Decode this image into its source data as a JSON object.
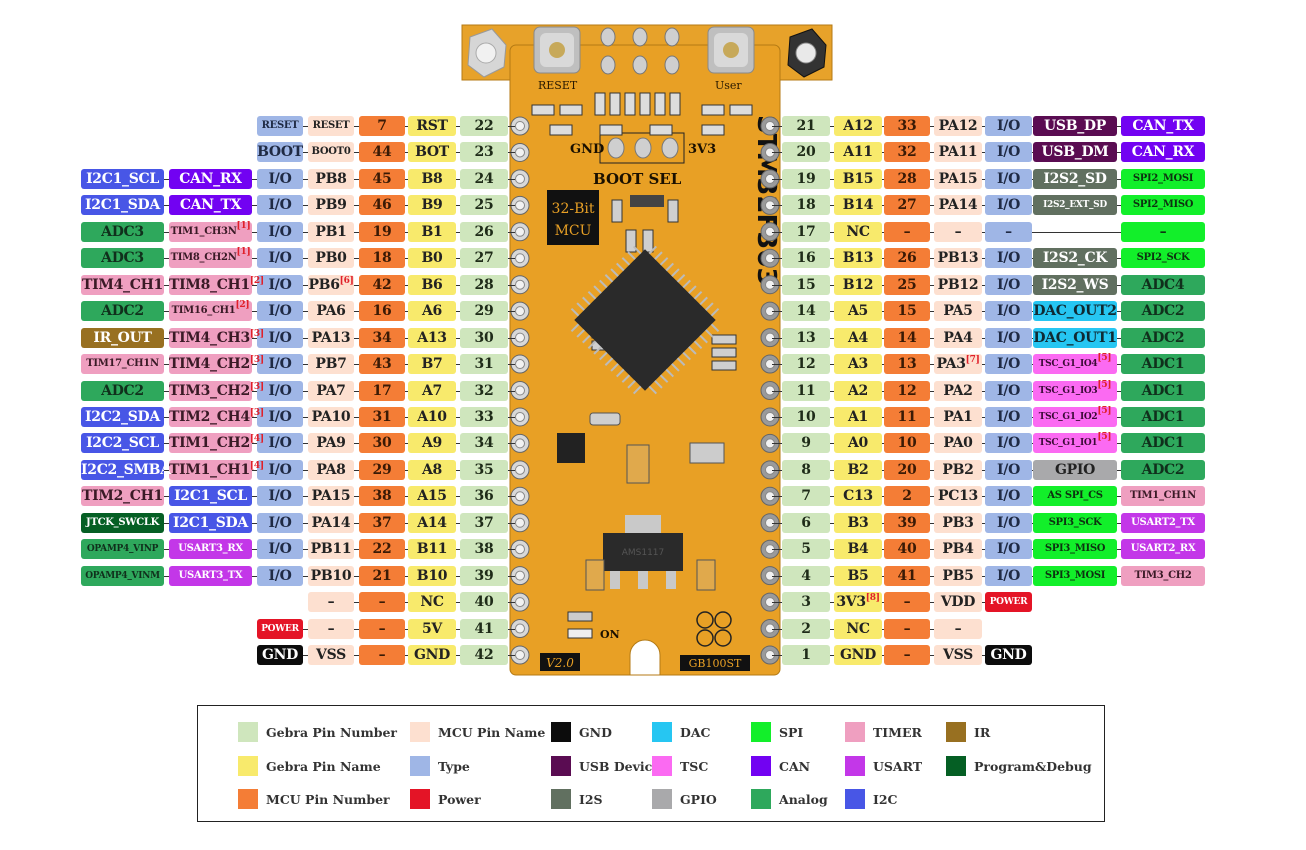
{
  "legend": [
    {
      "key": "gnum",
      "label": "Gebra Pin Number",
      "color": "#cfe6bd"
    },
    {
      "key": "gname",
      "label": "Gebra Pin Name",
      "color": "#f8ea6c"
    },
    {
      "key": "mnum",
      "label": "MCU Pin Number",
      "color": "#f47d36"
    },
    {
      "key": "mname",
      "label": "MCU Pin Name",
      "color": "#fde0d0"
    },
    {
      "key": "type",
      "label": "Type",
      "color": "#9fb6e6"
    },
    {
      "key": "power",
      "label": "Power",
      "color": "#e41426"
    },
    {
      "key": "gnd",
      "label": "GND",
      "color": "#0c0c0c"
    },
    {
      "key": "usb",
      "label": "USB Device",
      "color": "#5a0c52"
    },
    {
      "key": "i2s",
      "label": "I2S",
      "color": "#617060"
    },
    {
      "key": "dac",
      "label": "DAC",
      "color": "#26c6f2"
    },
    {
      "key": "tsc",
      "label": "TSC",
      "color": "#fb6af2"
    },
    {
      "key": "gpio",
      "label": "GPIO",
      "color": "#a9a9ab"
    },
    {
      "key": "spi",
      "label": "SPI",
      "color": "#12ef2a"
    },
    {
      "key": "can",
      "label": "CAN",
      "color": "#7202f2"
    },
    {
      "key": "analog",
      "label": "Analog",
      "color": "#2ea85c"
    },
    {
      "key": "timer",
      "label": "TIMER",
      "color": "#ef9fc0"
    },
    {
      "key": "usart",
      "label": "USART",
      "color": "#c337e8"
    },
    {
      "key": "i2c",
      "label": "I2C",
      "color": "#4856e6"
    },
    {
      "key": "ir",
      "label": "IR",
      "color": "#987021"
    },
    {
      "key": "pd",
      "label": "Program&Debug",
      "color": "#055f24"
    }
  ],
  "board": {
    "silk": {
      "reset_button": "RESET",
      "user_button": "User",
      "boot_sel": "BOOT SEL",
      "gnd": "GND",
      "v3v3": "3V3",
      "mcu_label_1": "32-Bit",
      "mcu_label_2": "MCU",
      "chip_name": "STM32F303",
      "regulator": "AMS1117",
      "on": "ON",
      "version": "V2.0",
      "model": "GB100ST"
    }
  },
  "left_pins": [
    {
      "gnum": "22",
      "gname": "RST",
      "mnum": "7",
      "mname": "RESET",
      "type": "RESET",
      "type_color": "type",
      "f1": null,
      "f2": null
    },
    {
      "gnum": "23",
      "gname": "BOT",
      "mnum": "44",
      "mname": "BOOT0",
      "type": "BOOT",
      "type_color": "type",
      "f1": null,
      "f2": null
    },
    {
      "gnum": "24",
      "gname": "B8",
      "mnum": "45",
      "mname": "PB8",
      "type": "I/O",
      "f1": {
        "text": "CAN_RX",
        "c": "can"
      },
      "f2": {
        "text": "I2C1_SCL",
        "c": "i2c"
      }
    },
    {
      "gnum": "25",
      "gname": "B9",
      "mnum": "46",
      "mname": "PB9",
      "type": "I/O",
      "f1": {
        "text": "CAN_TX",
        "c": "can"
      },
      "f2": {
        "text": "I2C1_SDA",
        "c": "i2c"
      }
    },
    {
      "gnum": "26",
      "gname": "B1",
      "mnum": "19",
      "mname": "PB1",
      "type": "I/O",
      "f1": {
        "text": "TIM1_CH3N",
        "c": "timer",
        "sup": "[1]",
        "small": true
      },
      "f2": {
        "text": "ADC3",
        "c": "analog"
      }
    },
    {
      "gnum": "27",
      "gname": "B0",
      "mnum": "18",
      "mname": "PB0",
      "type": "I/O",
      "f1": {
        "text": "TIM8_CH2N",
        "c": "timer",
        "sup": "[1]",
        "small": true
      },
      "f2": {
        "text": "ADC3",
        "c": "analog"
      }
    },
    {
      "gnum": "28",
      "gname": "B6",
      "mnum": "42",
      "mname": "PB6",
      "mname_sup": "[6]",
      "type": "I/O",
      "f1": {
        "text": "TIM8_CH1",
        "c": "timer",
        "sup": "[2]"
      },
      "f2": {
        "text": "TIM4_CH1",
        "c": "timer"
      }
    },
    {
      "gnum": "29",
      "gname": "A6",
      "mnum": "16",
      "mname": "PA6",
      "type": "I/O",
      "f1": {
        "text": "TIM16_CH1",
        "c": "timer",
        "sup": "[2]",
        "small": true
      },
      "f2": {
        "text": "ADC2",
        "c": "analog"
      }
    },
    {
      "gnum": "30",
      "gname": "A13",
      "mnum": "34",
      "mname": "PA13",
      "type": "I/O",
      "f1": {
        "text": "TIM4_CH3",
        "c": "timer",
        "sup": "[3]"
      },
      "f2": {
        "text": "IR_OUT",
        "c": "ir"
      }
    },
    {
      "gnum": "31",
      "gname": "B7",
      "mnum": "43",
      "mname": "PB7",
      "type": "I/O",
      "f1": {
        "text": "TIM4_CH2",
        "c": "timer",
        "sup": "[3]"
      },
      "f2": {
        "text": "TIM17_CH1N",
        "c": "timer",
        "small": true
      }
    },
    {
      "gnum": "32",
      "gname": "A7",
      "mnum": "17",
      "mname": "PA7",
      "type": "I/O",
      "f1": {
        "text": "TIM3_CH2",
        "c": "timer",
        "sup": "[3]"
      },
      "f2": {
        "text": "ADC2",
        "c": "analog"
      }
    },
    {
      "gnum": "33",
      "gname": "A10",
      "mnum": "31",
      "mname": "PA10",
      "type": "I/O",
      "f1": {
        "text": "TIM2_CH4",
        "c": "timer",
        "sup": "[3]"
      },
      "f2": {
        "text": "I2C2_SDA",
        "c": "i2c"
      }
    },
    {
      "gnum": "34",
      "gname": "A9",
      "mnum": "30",
      "mname": "PA9",
      "type": "I/O",
      "f1": {
        "text": "TIM1_CH2",
        "c": "timer",
        "sup": "[4]"
      },
      "f2": {
        "text": "I2C2_SCL",
        "c": "i2c"
      }
    },
    {
      "gnum": "35",
      "gname": "A8",
      "mnum": "29",
      "mname": "PA8",
      "type": "I/O",
      "f1": {
        "text": "TIM1_CH1",
        "c": "timer",
        "sup": "[4]"
      },
      "f2": {
        "text": "I2C2_SMBA",
        "c": "i2c"
      }
    },
    {
      "gnum": "36",
      "gname": "A15",
      "mnum": "38",
      "mname": "PA15",
      "type": "I/O",
      "f1": {
        "text": "I2C1_SCL",
        "c": "i2c"
      },
      "f2": {
        "text": "TIM2_CH1",
        "c": "timer"
      }
    },
    {
      "gnum": "37",
      "gname": "A14",
      "mnum": "37",
      "mname": "PA14",
      "type": "I/O",
      "f1": {
        "text": "I2C1_SDA",
        "c": "i2c"
      },
      "f2": {
        "text": "JTCK_SWCLK",
        "c": "pd",
        "small": true
      }
    },
    {
      "gnum": "38",
      "gname": "B11",
      "mnum": "22",
      "mname": "PB11",
      "type": "I/O",
      "f1": {
        "text": "USART3_RX",
        "c": "usart",
        "small": true
      },
      "f2": {
        "text": "OPAMP4_VINP",
        "c": "analog",
        "xs": true
      }
    },
    {
      "gnum": "39",
      "gname": "B10",
      "mnum": "21",
      "mname": "PB10",
      "type": "I/O",
      "f1": {
        "text": "USART3_TX",
        "c": "usart",
        "small": true
      },
      "f2": {
        "text": "OPAMP4_VINM",
        "c": "analog",
        "xs": true
      }
    },
    {
      "gnum": "40",
      "gname": "NC",
      "mnum": "–",
      "mname": "–",
      "type": null,
      "f1": null,
      "f2": null
    },
    {
      "gnum": "41",
      "gname": "5V",
      "mnum": "–",
      "mname": "–",
      "type": "POWER",
      "type_color": "power",
      "f1": null,
      "f2": null
    },
    {
      "gnum": "42",
      "gname": "GND",
      "mnum": "–",
      "mname": "VSS",
      "type": "GND",
      "type_color": "gnd",
      "f1": null,
      "f2": null
    }
  ],
  "right_pins": [
    {
      "gnum": "21",
      "gname": "A12",
      "mnum": "33",
      "mname": "PA12",
      "type": "I/O",
      "f1": {
        "text": "USB_DP",
        "c": "usb"
      },
      "f2": {
        "text": "CAN_TX",
        "c": "can"
      }
    },
    {
      "gnum": "20",
      "gname": "A11",
      "mnum": "32",
      "mname": "PA11",
      "type": "I/O",
      "f1": {
        "text": "USB_DM",
        "c": "usb"
      },
      "f2": {
        "text": "CAN_RX",
        "c": "can"
      }
    },
    {
      "gnum": "19",
      "gname": "B15",
      "mnum": "28",
      "mname": "PA15",
      "type": "I/O",
      "f1": {
        "text": "I2S2_SD",
        "c": "i2s"
      },
      "f2": {
        "text": "SPI2_MOSI",
        "c": "spi",
        "small": true
      }
    },
    {
      "gnum": "18",
      "gname": "B14",
      "mnum": "27",
      "mname": "PA14",
      "type": "I/O",
      "f1": {
        "text": "I2S2_EXT_SD",
        "c": "i2s",
        "xs": true
      },
      "f2": {
        "text": "SPI2_MISO",
        "c": "spi",
        "small": true
      }
    },
    {
      "gnum": "17",
      "gname": "NC",
      "mnum": "–",
      "mname": "–",
      "type": "–",
      "f1": null,
      "f1_line": true,
      "f2": {
        "text": "–",
        "c": "spi"
      }
    },
    {
      "gnum": "16",
      "gname": "B13",
      "mnum": "26",
      "mname": "PB13",
      "type": "I/O",
      "f1": {
        "text": "I2S2_CK",
        "c": "i2s"
      },
      "f2": {
        "text": "SPI2_SCK",
        "c": "spi",
        "small": true
      }
    },
    {
      "gnum": "15",
      "gname": "B12",
      "mnum": "25",
      "mname": "PB12",
      "type": "I/O",
      "f1": {
        "text": "I2S2_WS",
        "c": "i2s"
      },
      "f2": {
        "text": "ADC4",
        "c": "analog"
      }
    },
    {
      "gnum": "14",
      "gname": "A5",
      "mnum": "15",
      "mname": "PA5",
      "type": "I/O",
      "f1": {
        "text": "DAC_OUT2",
        "c": "dac"
      },
      "f2": {
        "text": "ADC2",
        "c": "analog"
      }
    },
    {
      "gnum": "13",
      "gname": "A4",
      "mnum": "14",
      "mname": "PA4",
      "type": "I/O",
      "f1": {
        "text": "DAC_OUT1",
        "c": "dac"
      },
      "f2": {
        "text": "ADC2",
        "c": "analog"
      }
    },
    {
      "gnum": "12",
      "gname": "A3",
      "mnum": "13",
      "mname": "PA3",
      "mname_sup": "[7]",
      "type": "I/O",
      "f1": {
        "text": "TSC_G1_IO4",
        "c": "tsc",
        "sup": "[5]",
        "xs": true
      },
      "f2": {
        "text": "ADC1",
        "c": "analog"
      }
    },
    {
      "gnum": "11",
      "gname": "A2",
      "mnum": "12",
      "mname": "PA2",
      "type": "I/O",
      "f1": {
        "text": "TSC_G1_IO3",
        "c": "tsc",
        "sup": "[5]",
        "xs": true
      },
      "f2": {
        "text": "ADC1",
        "c": "analog"
      }
    },
    {
      "gnum": "10",
      "gname": "A1",
      "mnum": "11",
      "mname": "PA1",
      "type": "I/O",
      "f1": {
        "text": "TSC_G1_IO2",
        "c": "tsc",
        "sup": "[5]",
        "xs": true
      },
      "f2": {
        "text": "ADC1",
        "c": "analog"
      }
    },
    {
      "gnum": "9",
      "gname": "A0",
      "mnum": "10",
      "mname": "PA0",
      "type": "I/O",
      "f1": {
        "text": "TSC_G1_IO1",
        "c": "tsc",
        "sup": "[5]",
        "xs": true
      },
      "f2": {
        "text": "ADC1",
        "c": "analog"
      }
    },
    {
      "gnum": "8",
      "gname": "B2",
      "mnum": "20",
      "mname": "PB2",
      "type": "I/O",
      "f1": {
        "text": "GPIO",
        "c": "gpio"
      },
      "f2": {
        "text": "ADC2",
        "c": "analog"
      }
    },
    {
      "gnum": "7",
      "gname": "C13",
      "mnum": "2",
      "mname": "PC13",
      "type": "I/O",
      "f1": {
        "text": "AS SPI_CS",
        "c": "spi",
        "small": true
      },
      "f2": {
        "text": "TIM1_CH1N",
        "c": "timer",
        "small": true
      }
    },
    {
      "gnum": "6",
      "gname": "B3",
      "mnum": "39",
      "mname": "PB3",
      "type": "I/O",
      "f1": {
        "text": "SPI3_SCK",
        "c": "spi",
        "small": true
      },
      "f2": {
        "text": "USART2_TX",
        "c": "usart",
        "small": true
      }
    },
    {
      "gnum": "5",
      "gname": "B4",
      "mnum": "40",
      "mname": "PB4",
      "type": "I/O",
      "f1": {
        "text": "SPI3_MISO",
        "c": "spi",
        "small": true
      },
      "f2": {
        "text": "USART2_RX",
        "c": "usart",
        "small": true
      }
    },
    {
      "gnum": "4",
      "gname": "B5",
      "mnum": "41",
      "mname": "PB5",
      "type": "I/O",
      "f1": {
        "text": "SPI3_MOSI",
        "c": "spi",
        "small": true
      },
      "f2": {
        "text": "TIM3_CH2",
        "c": "timer",
        "small": true
      }
    },
    {
      "gnum": "3",
      "gname": "3V3",
      "gname_sup": "[8]",
      "mnum": "–",
      "mname": "VDD",
      "type": "POWER",
      "type_color": "power",
      "f1": null,
      "f2": null
    },
    {
      "gnum": "2",
      "gname": "NC",
      "mnum": "–",
      "mname": "–",
      "type": null,
      "f1": null,
      "f2": null
    },
    {
      "gnum": "1",
      "gname": "GND",
      "mnum": "–",
      "mname": "VSS",
      "type": "GND",
      "type_color": "gnd",
      "f1": null,
      "f2": null
    }
  ]
}
